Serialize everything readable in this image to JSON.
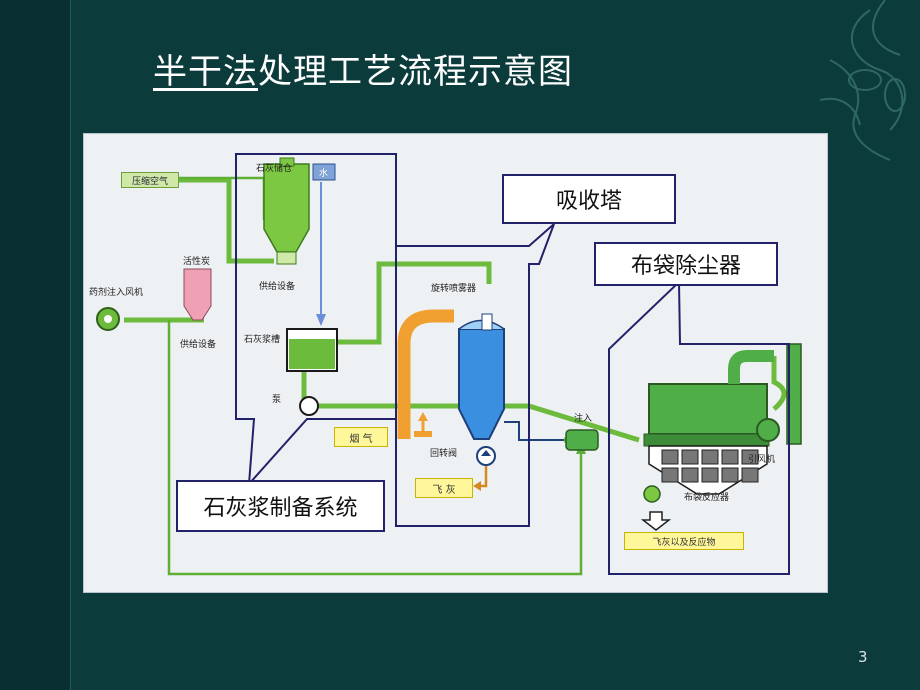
{
  "slide": {
    "title_underlined": "半干法",
    "title_rest": "处理工艺流程示意图",
    "page_number": "3"
  },
  "diagram": {
    "labels": {
      "compressed_air": "压缩空气",
      "water": "水",
      "lime_silo": "石灰储仓",
      "supply_equipment_1": "供给设备",
      "activated_carbon": "活性炭",
      "supply_equipment_2": "供给设备",
      "agent_injection_fan": "药剂注入风机",
      "lime_slurry_tank": "石灰浆槽",
      "pump": "泵",
      "flue_gas": "烟  气",
      "rotary_atomizer": "旋转喷雾器",
      "rotary_valve": "回转阀",
      "fly_ash": "飞  灰",
      "injection": "注入",
      "induced_fan": "引风机",
      "bag_reactor": "布袋反应器",
      "fly_ash_products": "飞灰以及反应物"
    },
    "callouts": {
      "absorber": "吸收塔",
      "bag_filter": "布袋除尘器",
      "lime_slurry_system": "石灰浆制备系统"
    }
  }
}
